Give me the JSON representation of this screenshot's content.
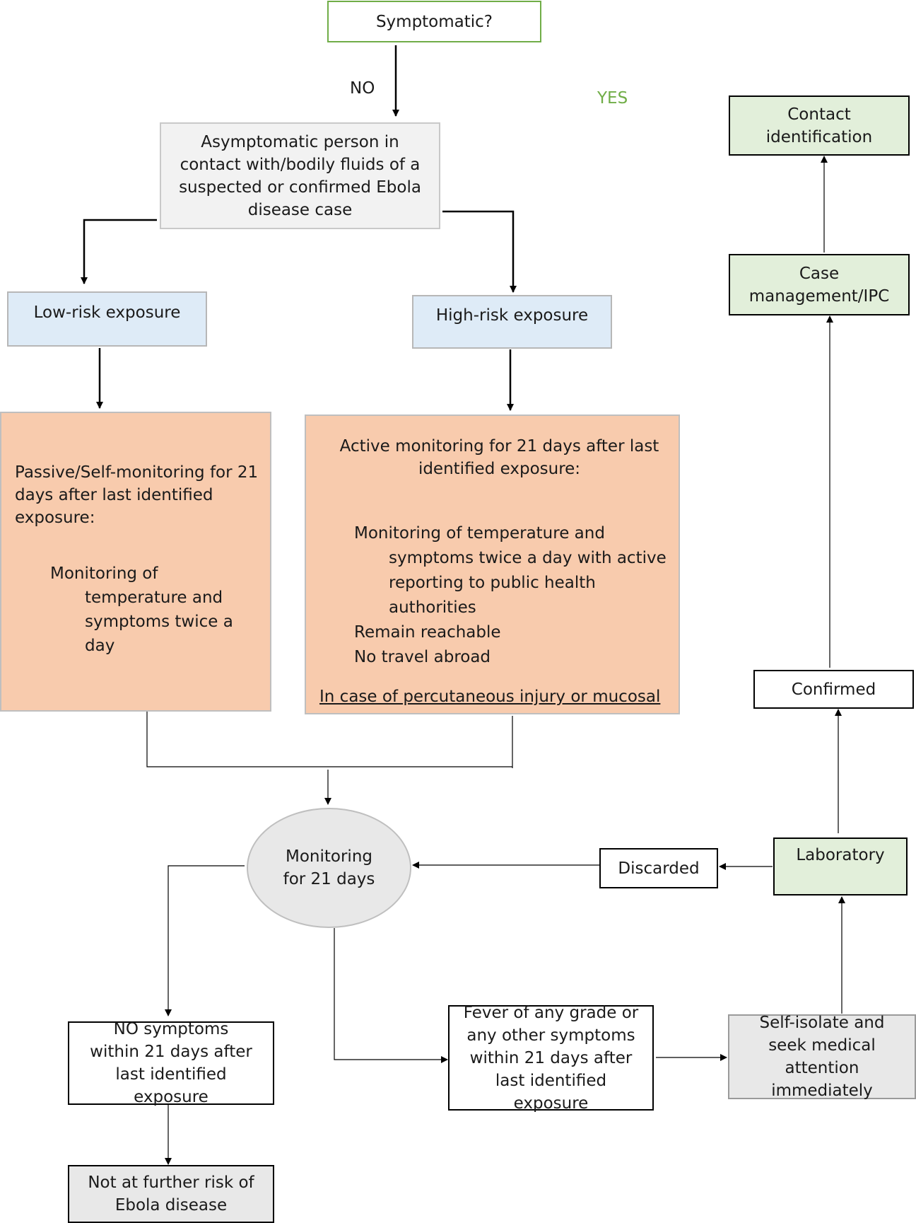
{
  "nodes": {
    "symptomatic": "Symptomatic?",
    "no_label": "NO",
    "yes_label": "YES",
    "asymptomatic": "Asymptomatic person in contact with/bodily fluids of a suspected or confirmed Ebola disease case",
    "low_risk": "Low-risk exposure",
    "high_risk": "High-risk exposure",
    "passive": {
      "heading": "Passive/Self-monitoring for 21 days after last identified exposure:",
      "bullets": [
        "Monitoring of temperature and symptoms twice a day"
      ]
    },
    "active": {
      "heading": "Active monitoring for 21 days after last identified exposure:",
      "bullets": [
        "Monitoring of temperature and symptoms twice a day with active reporting to public health authorities",
        "Remain reachable",
        "No travel abroad"
      ],
      "note": "In case of percutaneous injury or mucosal"
    },
    "monitoring": "Monitoring for 21 days",
    "no_symptoms": "NO symptoms within 21 days after last identified exposure",
    "not_at_risk": "Not at further risk of Ebola disease",
    "fever": "Fever of any grade or any other symptoms within 21 days after last identified exposure",
    "self_isolate": "Self-isolate and seek medical attention immediately",
    "laboratory": "Laboratory",
    "discarded": "Discarded",
    "confirmed": "Confirmed",
    "case_management": "Case management/IPC",
    "contact_identification": "Contact identification"
  },
  "colors": {
    "green_border": "#70ad47",
    "green_fill": "#e2efda",
    "blue_fill": "#deebf7",
    "orange_fill": "#f8cbad",
    "grey_fill": "#f2f2f2",
    "grey_fill_dark": "#e8e8e8",
    "yes_text": "#70ad47"
  }
}
